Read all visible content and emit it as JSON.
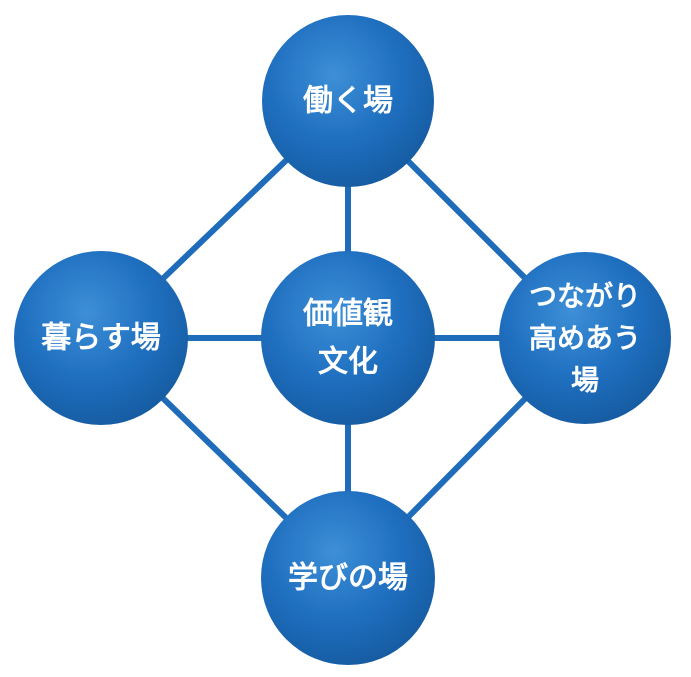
{
  "diagram": {
    "colors": {
      "node_fill_light": "#3d8fd6",
      "node_fill": "#1f6fc0",
      "node_fill_dark": "#155a9f",
      "connector": "#1f6cba",
      "label": "#ffffff"
    },
    "nodes": [
      {
        "id": "top",
        "lines": [
          "働く場"
        ]
      },
      {
        "id": "left",
        "lines": [
          "暮らす場"
        ]
      },
      {
        "id": "center",
        "lines": [
          "価値観",
          "文化"
        ]
      },
      {
        "id": "right",
        "lines": [
          "つながり",
          "高めあう",
          "場"
        ]
      },
      {
        "id": "bottom",
        "lines": [
          "学びの場"
        ]
      }
    ],
    "edges": [
      [
        "top",
        "left"
      ],
      [
        "top",
        "right"
      ],
      [
        "bottom",
        "left"
      ],
      [
        "bottom",
        "right"
      ],
      [
        "top",
        "center"
      ],
      [
        "bottom",
        "center"
      ],
      [
        "left",
        "center"
      ],
      [
        "right",
        "center"
      ]
    ]
  }
}
